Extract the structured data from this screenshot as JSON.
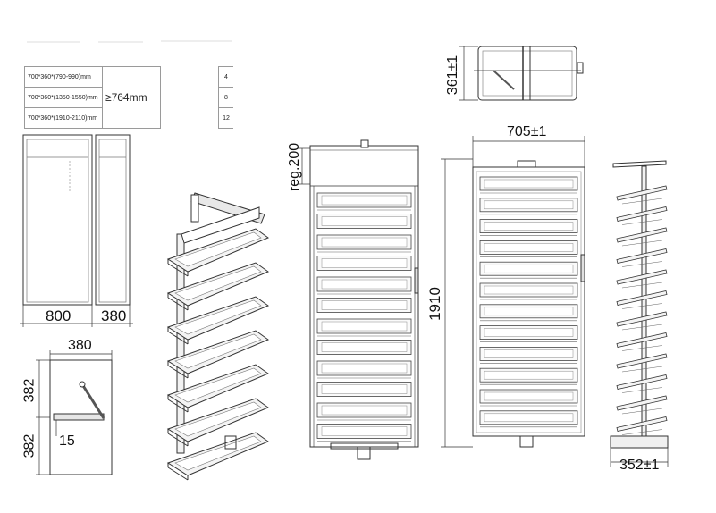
{
  "spec_table": {
    "rows": [
      {
        "model": "700*360*(790-990)mm",
        "qty": "4"
      },
      {
        "model": "700*360*(1350-1550)mm",
        "qty": "8"
      },
      {
        "model": "700*360*(1910-2110)mm",
        "qty": "12"
      }
    ],
    "min_width": "≥764mm"
  },
  "dimensions": {
    "cabinet_width": "800",
    "cabinet_depth": "380",
    "plan_depth": "380",
    "plan_upper": "382",
    "plan_lower": "382",
    "plan_offset": "15",
    "top_depth": "361±1",
    "regulation": "reg.200",
    "unit_width": "705±1",
    "unit_height": "1910",
    "side_depth": "352±1"
  }
}
